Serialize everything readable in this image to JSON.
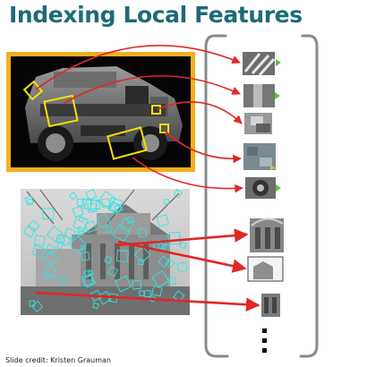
{
  "slide": {
    "title": "Indexing Local Features",
    "credit": "Slide credit: Kristen Grauman"
  },
  "colors": {
    "title": "#1e6a78",
    "highlight_frame": "#f2b01e",
    "feature_box": "#f4e000",
    "arrow": "#e02727",
    "database_bracket": "#8a8a8a",
    "building_features": "#2ee6e6"
  },
  "icons": {
    "truck": "toy-truck-photo",
    "building": "building-photo",
    "ellipsis": "vertical-ellipsis-icon"
  }
}
